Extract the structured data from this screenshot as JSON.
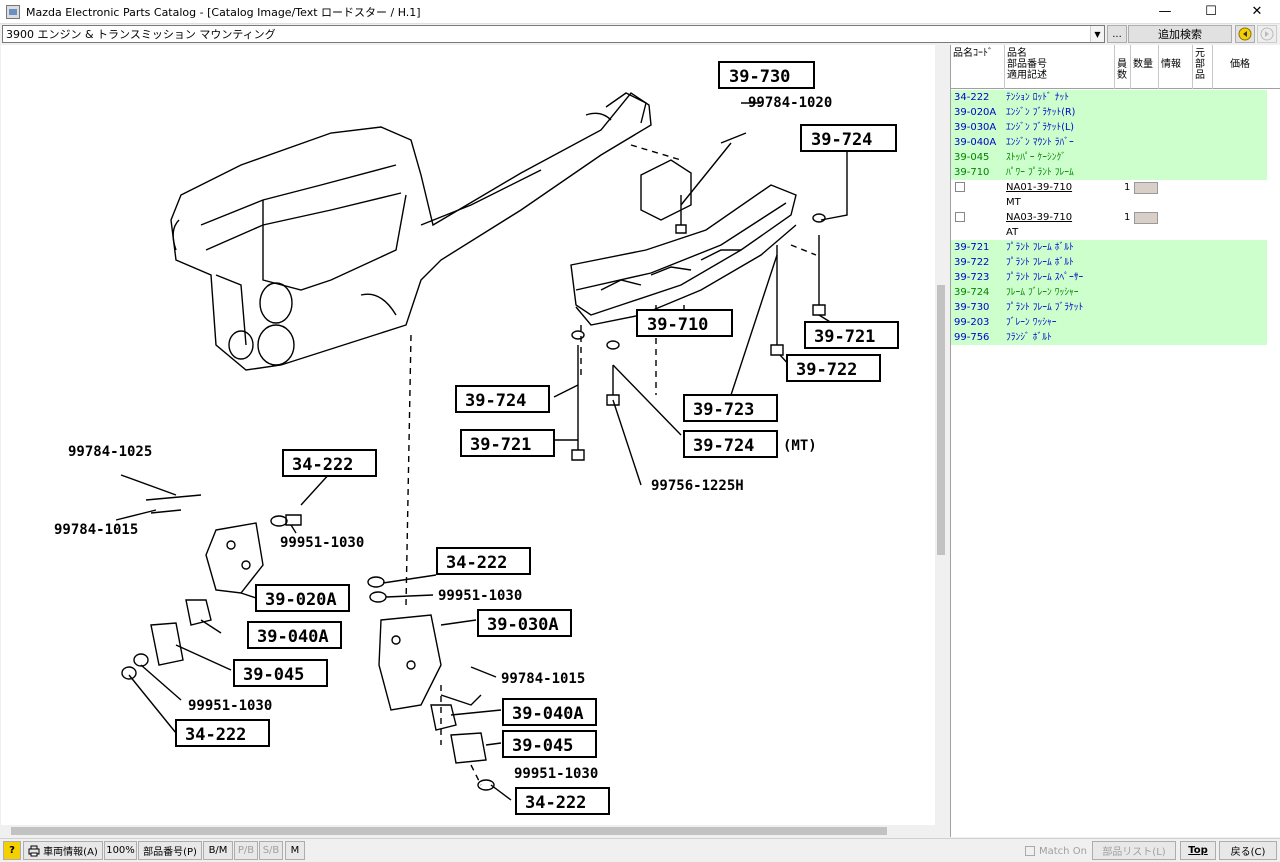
{
  "window": {
    "title": "Mazda Electronic Parts Catalog - [Catalog Image/Text ロードスター / H.1]",
    "minimize": "—",
    "maximize": "☐",
    "close": "✕"
  },
  "toolbar": {
    "section": "3900  エンジン & トランスミッション マウンティング",
    "ellipsis": "...",
    "add_search": "追加検索"
  },
  "parts_header": {
    "col_code": "品名ｺｰﾄﾞ",
    "col_name_1": "品名",
    "col_name_2": "部品番号",
    "col_name_3": "適用記述",
    "col_staff": "員数",
    "col_qty": "数量",
    "col_info": "情報",
    "col_origin": "元部品",
    "col_price": "価格"
  },
  "parts": [
    {
      "code": "34-222",
      "name": "ﾃﾝｼｮﾝ ﾛｯﾄﾞ ﾅｯﾄ",
      "green": false
    },
    {
      "code": "39-020A",
      "name": "ｴﾝｼﾞﾝ ﾌﾞﾗｹｯﾄ(R)",
      "green": false
    },
    {
      "code": "39-030A",
      "name": "ｴﾝｼﾞﾝ ﾌﾞﾗｹｯﾄ(L)",
      "green": false
    },
    {
      "code": "39-040A",
      "name": "ｴﾝｼﾞﾝ ﾏｳﾝﾄ ﾗﾊﾞｰ",
      "green": false
    },
    {
      "code": "39-045",
      "name": "ｽﾄｯﾊﾟｰ ｹｰｼﾝｸﾞ",
      "green": true
    },
    {
      "code": "39-710",
      "name": "ﾊﾟﾜｰ ﾌﾟﾗﾝﾄ ﾌﾚｰﾑ",
      "green": true
    }
  ],
  "sub_parts": [
    {
      "part_no": "NA01-39-710",
      "qty": "1",
      "note": "MT"
    },
    {
      "part_no": "NA03-39-710",
      "qty": "1",
      "note": "AT"
    }
  ],
  "parts2": [
    {
      "code": "39-721",
      "name": "ﾌﾟﾗﾝﾄ ﾌﾚｰﾑ ﾎﾞﾙﾄ",
      "green": false
    },
    {
      "code": "39-722",
      "name": "ﾌﾟﾗﾝﾄ ﾌﾚｰﾑ ﾎﾞﾙﾄ",
      "green": false
    },
    {
      "code": "39-723",
      "name": "ﾌﾟﾗﾝﾄ ﾌﾚｰﾑ ｽﾍﾟｰｻｰ",
      "green": false
    },
    {
      "code": "39-724",
      "name": "ﾌﾚｰﾑ ﾌﾞﾚｰﾝ ﾜｯｼｬｰ",
      "green": true
    },
    {
      "code": "39-730",
      "name": "ﾌﾟﾗﾝﾄ ﾌﾚｰﾑ ﾌﾞﾗｹｯﾄ",
      "green": false
    },
    {
      "code": "99-203",
      "name": "ﾌﾞﾚｰﾝ ﾜｯｼｬｰ",
      "green": false
    },
    {
      "code": "99-756",
      "name": "ﾌﾗﾝｼﾞ ﾎﾞﾙﾄ",
      "green": false
    }
  ],
  "diagram": {
    "callouts": {
      "c39_730": "39-730",
      "c39_724_top": "39-724",
      "c39_710": "39-710",
      "c39_721_r": "39-721",
      "c39_722": "39-722",
      "c39_723": "39-723",
      "c39_724_mt": "39-724",
      "c39_724_l": "39-724",
      "c39_721_l": "39-721",
      "c34_222_a": "34-222",
      "c39_020a": "39-020A",
      "c39_040a_a": "39-040A",
      "c39_045_a": "39-045",
      "c34_222_b": "34-222",
      "c34_222_c": "34-222",
      "c39_030a": "39-030A",
      "c39_040a_b": "39-040A",
      "c39_045_b": "39-045",
      "c34_222_d": "34-222"
    },
    "labels": {
      "p99784_1020": "99784-1020",
      "mt": "(MT)",
      "p99756": "99756-1225H",
      "p99784_1025": "99784-1025",
      "p99784_1015_a": "99784-1015",
      "p99951_1030_a": "99951-1030",
      "p99951_1030_b": "99951-1030",
      "p99784_1015_b": "99784-1015",
      "p99951_1030_c": "99951-1030",
      "p99951_1030_d": "99951-1030"
    }
  },
  "statusbar": {
    "help": "?",
    "vehicle": "車両情報(A)",
    "zoom": "100%",
    "partno": "部品番号(P)",
    "bm": "B/M",
    "pb": "P/B",
    "sb": "S/B",
    "m": "M",
    "match_on": "Match On",
    "parts_list": "部品リスト(L)",
    "top": "Top",
    "back": "戻る(C)"
  }
}
